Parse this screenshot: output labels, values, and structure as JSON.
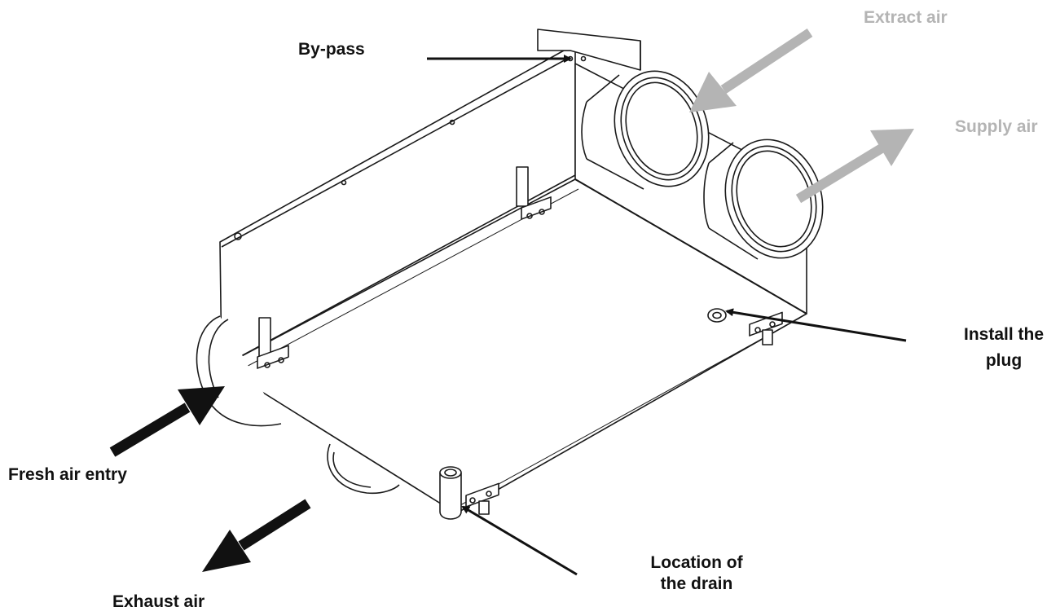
{
  "labels": {
    "bypass": "By-pass",
    "extract_air": "Extract air",
    "supply_air": "Supply air",
    "install_plug_line1": "Install the",
    "install_plug_line2": "plug",
    "fresh_air_entry": "Fresh air entry",
    "exhaust_air": "Exhaust air",
    "drain_line1": "Location of",
    "drain_line2": "the drain"
  },
  "colors": {
    "line": "#1a1a1a",
    "arrow_dark": "#111111",
    "arrow_grey": "#b4b4b4",
    "label_dark": "#111111",
    "label_grey": "#b4b4b4"
  }
}
